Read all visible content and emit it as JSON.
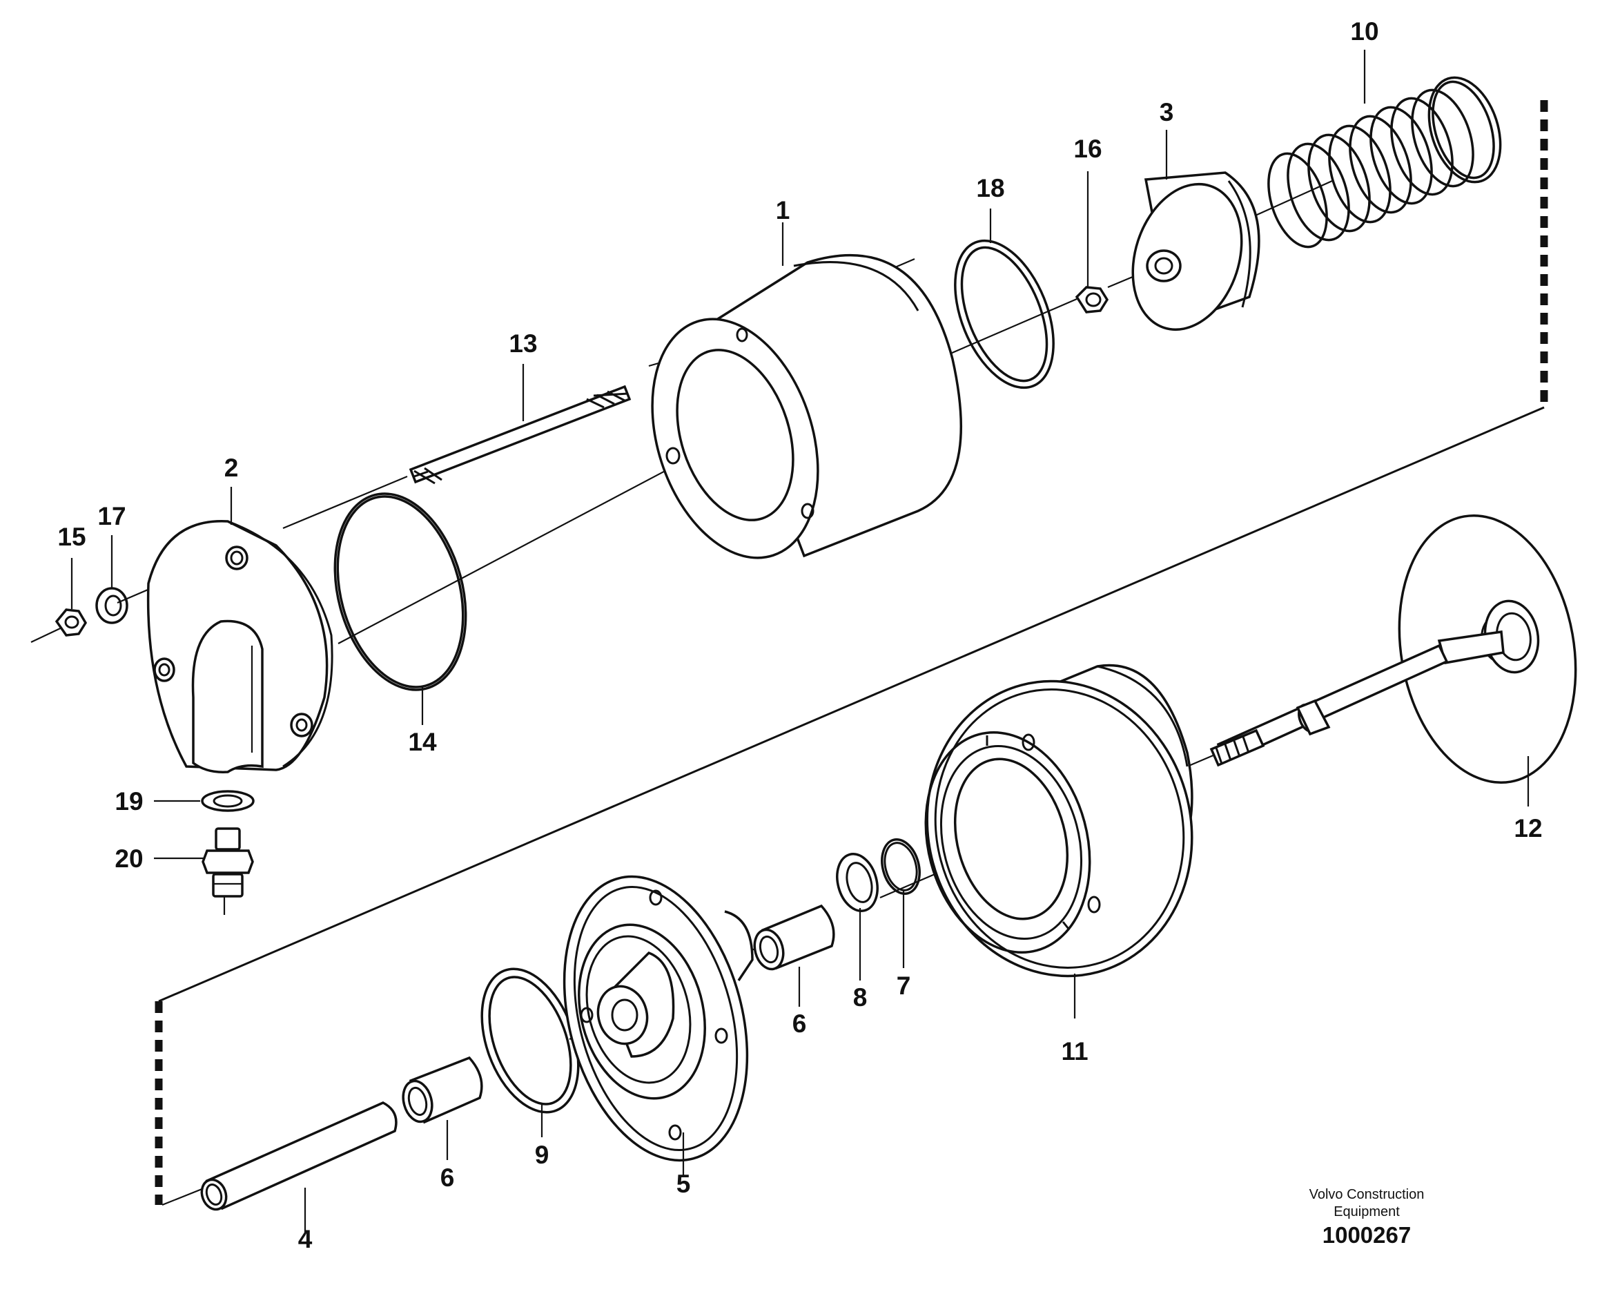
{
  "diagram": {
    "type": "exploded parts view",
    "part_labels": {
      "p1": "1",
      "p2": "2",
      "p3": "3",
      "p4": "4",
      "p5": "5",
      "p6a": "6",
      "p6b": "6",
      "p7": "7",
      "p8": "8",
      "p9": "9",
      "p10": "10",
      "p11": "11",
      "p12": "12",
      "p13": "13",
      "p14": "14",
      "p15": "15",
      "p16": "16",
      "p17": "17",
      "p18": "18",
      "p19": "19",
      "p20": "20"
    }
  },
  "footer": {
    "company_line1": "Volvo Construction",
    "company_line2": "Equipment",
    "doc_number": "1000267"
  }
}
